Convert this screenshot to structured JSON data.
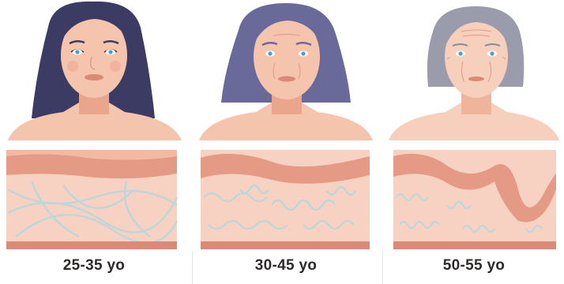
{
  "stages": [
    {
      "id": "young",
      "age_label": "25-35 yo"
    },
    {
      "id": "middle",
      "age_label": "30-45 yo"
    },
    {
      "id": "older",
      "age_label": "50-55 yo"
    }
  ],
  "colors": {
    "skin": "#f5c4ad",
    "skin_shadow": "#eaa68c",
    "hair_young": "#3b3b63",
    "hair_middle": "#6a6a9a",
    "hair_older": "#9a9cab",
    "epidermis": "#e49a84",
    "dermis": "#f7d2c2",
    "collagen": "#b9d7dc",
    "base": "#d98b78"
  }
}
